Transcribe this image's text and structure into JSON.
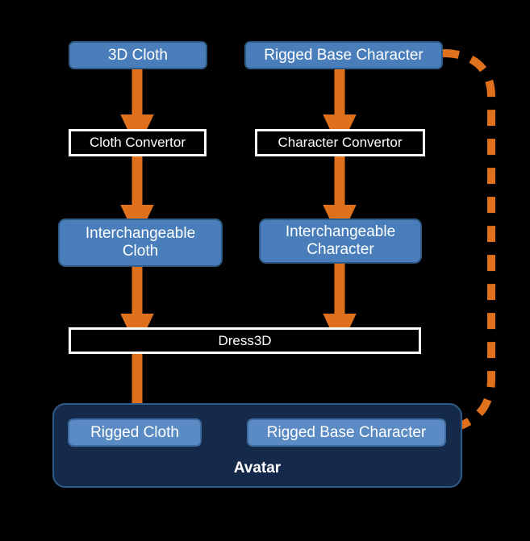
{
  "diagram": {
    "title": "Avatar pipeline flow",
    "background": "#000000",
    "arrow_color": "#E0711C",
    "node_fill": "#4A7EBB",
    "node_border": "#2E5A86",
    "group_fill": "#152A4A",
    "text_color": "#FFFFFF",
    "nodes": {
      "cloth_3d": "3D Cloth",
      "rigged_base_character": "Rigged Base Character",
      "cloth_convertor": "Cloth Convertor",
      "character_convertor": "Character Convertor",
      "interchangeable_cloth_line1": "Interchangeable",
      "interchangeable_cloth_line2": "Cloth",
      "interchangeable_character_line1": "Interchangeable",
      "interchangeable_character_line2": "Character",
      "dress3d": "Dress3D",
      "avatar_group_label": "Avatar",
      "avatar_rigged_cloth": "Rigged Cloth",
      "avatar_rigged_base_character": "Rigged Base Character"
    },
    "edges": [
      {
        "name": "cloth-3d-to-cloth-convertor",
        "from": "3D Cloth",
        "to": "Cloth Convertor",
        "style": "solid"
      },
      {
        "name": "cloth-convertor-to-interchangeable-cloth",
        "from": "Cloth Convertor",
        "to": "Interchangeable Cloth",
        "style": "solid"
      },
      {
        "name": "interchangeable-cloth-to-dress3d",
        "from": "Interchangeable Cloth",
        "to": "Dress3D",
        "style": "solid"
      },
      {
        "name": "rigged-base-character-to-character-convertor",
        "from": "Rigged Base Character",
        "to": "Character Convertor",
        "style": "solid"
      },
      {
        "name": "character-convertor-to-interchangeable-character",
        "from": "Character Convertor",
        "to": "Interchangeable Character",
        "style": "solid"
      },
      {
        "name": "interchangeable-character-to-dress3d",
        "from": "Interchangeable Character",
        "to": "Dress3D",
        "style": "solid"
      },
      {
        "name": "dress3d-to-avatar",
        "from": "Dress3D",
        "to": "Rigged Cloth",
        "style": "solid"
      },
      {
        "name": "rigged-base-character-to-avatar-bypass",
        "from": "Rigged Base Character",
        "to": "Rigged Base Character (Avatar)",
        "style": "dashed"
      }
    ]
  }
}
